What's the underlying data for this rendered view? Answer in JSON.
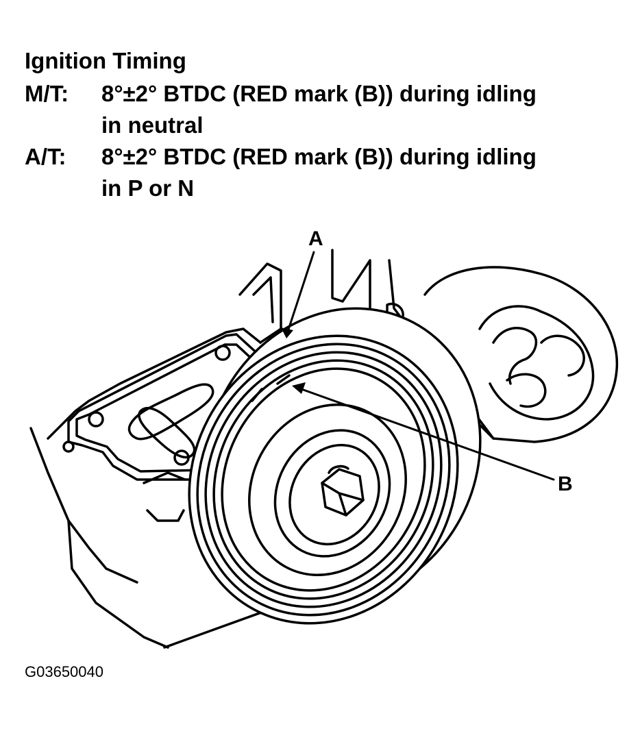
{
  "heading": {
    "title": "Ignition Timing"
  },
  "specs": [
    {
      "label": "M/T:",
      "line1": "8°±2° BTDC (RED mark (B)) during idling",
      "line2": "in neutral"
    },
    {
      "label": "A/T:",
      "line1": "8°±2° BTDC (RED mark (B)) during idling",
      "line2": "in P or N"
    }
  ],
  "callouts": {
    "a": "A",
    "b": "B"
  },
  "figure_code": "G03650040"
}
